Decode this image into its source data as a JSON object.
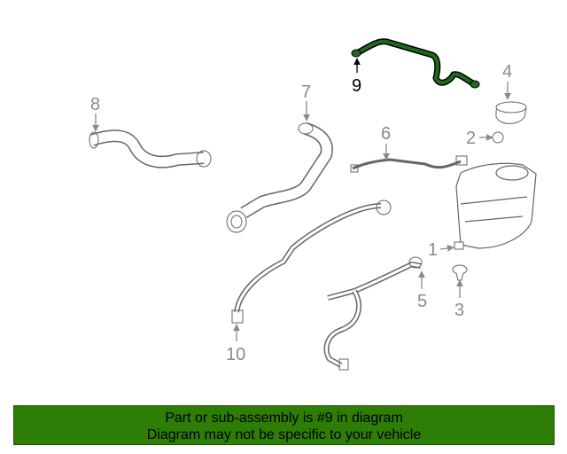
{
  "callouts": {
    "c1": "1",
    "c2": "2",
    "c3": "3",
    "c4": "4",
    "c5": "5",
    "c6": "6",
    "c7": "7",
    "c8": "8",
    "c9": "9",
    "c10": "10"
  },
  "highlight_part": "9",
  "colors": {
    "highlight_part": "#1f6a1a",
    "parts_line": "#8a8a8a",
    "footer_bg": "#2e7d07"
  },
  "footer": {
    "line1": "Part or sub-assembly is #9 in diagram",
    "line2": "Diagram may not be specific to your vehicle"
  }
}
